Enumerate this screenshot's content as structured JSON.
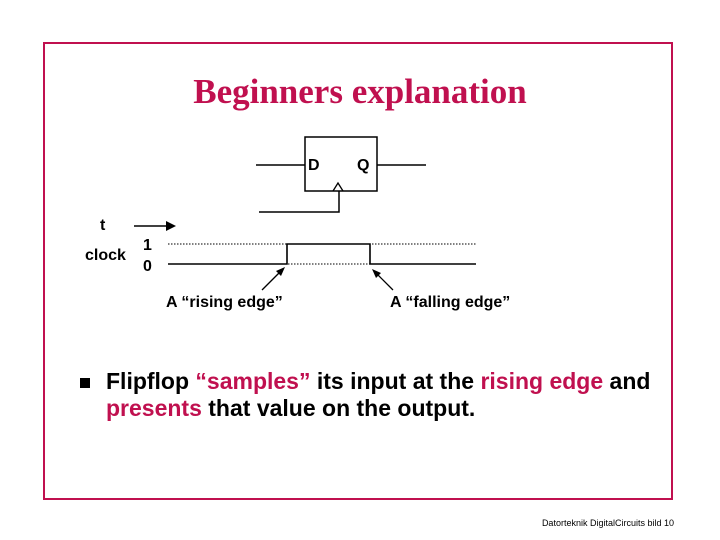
{
  "slide": {
    "title": "Beginners explanation",
    "footer": "Datorteknik DigitalCircuits bild 10"
  },
  "flipflop": {
    "d_label": "D",
    "q_label": "Q",
    "clock_mark": "^"
  },
  "timing": {
    "time_label": "t",
    "clock_label": "clock",
    "high_label": "1",
    "low_label": "0",
    "rising_label": "A “rising edge”",
    "falling_label": "A “falling edge”"
  },
  "bullet": {
    "text_1": "Flipflop ",
    "text_2": "“samples”",
    "text_3": " its input at the ",
    "text_4": "rising edge",
    "text_5": " and ",
    "text_6": "presents",
    "text_7": " that value on  the output."
  },
  "colors": {
    "accent": "#c0104f",
    "text": "#000000"
  }
}
